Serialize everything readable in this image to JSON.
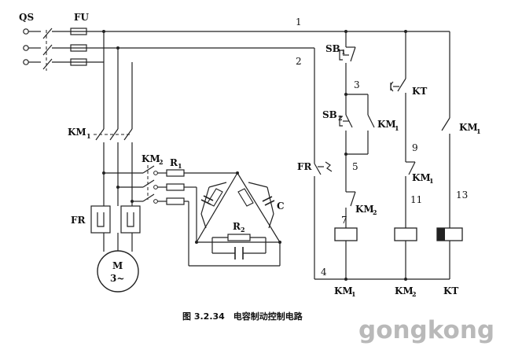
{
  "labels": {
    "qs": "QS",
    "fu": "FU",
    "km1_main": "KM",
    "km1_main_sub": "1",
    "km2_main": "KM",
    "km2_main_sub": "2",
    "fr_main": "FR",
    "r1": "R",
    "r1_sub": "1",
    "c": "C",
    "r2": "R",
    "r2_sub": "2",
    "motor_m": "M",
    "motor_phase": "3~",
    "node_1": "1",
    "node_2": "2",
    "node_3": "3",
    "node_4": "4",
    "node_5": "5",
    "node_7": "7",
    "node_9": "9",
    "node_11": "11",
    "node_13": "13",
    "sb1": "SB",
    "sb1_sub": "1",
    "sb2": "SB",
    "sb2_sub": "2",
    "fr_ctrl": "FR",
    "kt_timer_contact": "KT",
    "km1_aux_a": "KM",
    "km1_aux_a_sub": "1",
    "km1_aux_b": "KM",
    "km1_aux_b_sub": "1",
    "km1_aux_c": "KM",
    "km1_aux_c_sub": "1",
    "km2_interlock": "KM",
    "km2_interlock_sub": "2",
    "coil_km1": "KM",
    "coil_km1_sub": "1",
    "coil_km2": "KM",
    "coil_km2_sub": "2",
    "coil_kt": "KT"
  },
  "caption": "图 3.2.34　电容制动控制电路",
  "watermark": "gongkong"
}
